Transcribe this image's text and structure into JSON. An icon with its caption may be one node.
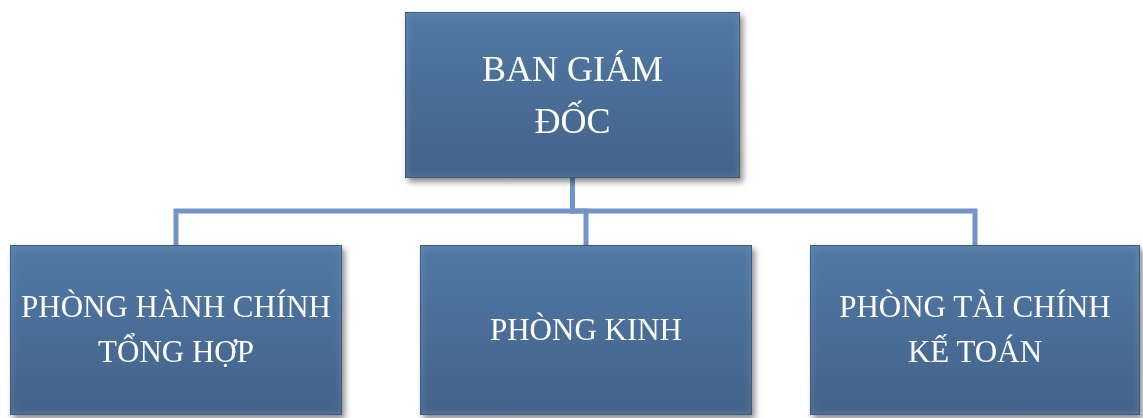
{
  "diagram": {
    "nodes": [
      {
        "text": [
          "BAN GIÁM ĐỐC"
        ]
      },
      {
        "text": [
          "PHÒNG HÀNH CHÍNH TỔNG HỢP"
        ]
      },
      {
        "text": [
          "PHÒNG KINH"
        ]
      },
      {
        "text": [
          "PHÒNG TÀI CHÍNH KẾ TOÁN"
        ]
      }
    ],
    "edges": [
      {
        "from": 0,
        "to": 1,
        "arrow": "none"
      },
      {
        "from": 0,
        "to": 2,
        "arrow": "none"
      },
      {
        "from": 0,
        "to": 3,
        "arrow": "none"
      }
    ]
  }
}
